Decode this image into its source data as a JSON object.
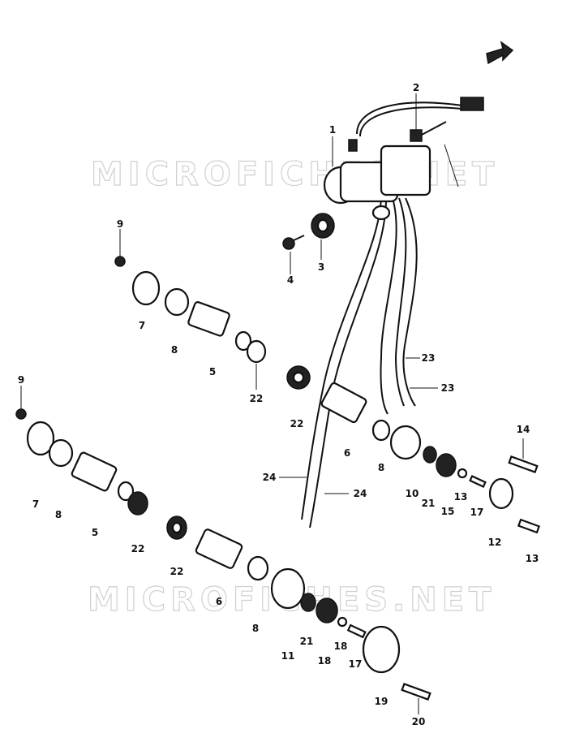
{
  "watermarks": [
    "MICROFICHES.NET",
    "MICROFICHES.NET"
  ],
  "callouts": {
    "c1": "1",
    "c2": "2",
    "c3": "3",
    "c4": "4",
    "c5a": "5",
    "c5b": "5",
    "c6a": "6",
    "c6b": "6",
    "c7a": "7",
    "c7b": "7",
    "c8a": "8",
    "c8b": "8",
    "c8c": "8",
    "c8d": "8",
    "c9a": "9",
    "c9b": "9",
    "c10": "10",
    "c11": "11",
    "c12": "12",
    "c13a": "13",
    "c13b": "13",
    "c14": "14",
    "c15": "15",
    "c17a": "17",
    "c17b": "17",
    "c18": "18",
    "c19": "19",
    "c20": "20",
    "c21a": "21",
    "c21b": "21",
    "c22a": "22",
    "c22b": "22",
    "c22c": "22",
    "c22d": "22",
    "c23a": "23",
    "c23b": "23",
    "c24a": "24",
    "c24b": "24"
  }
}
